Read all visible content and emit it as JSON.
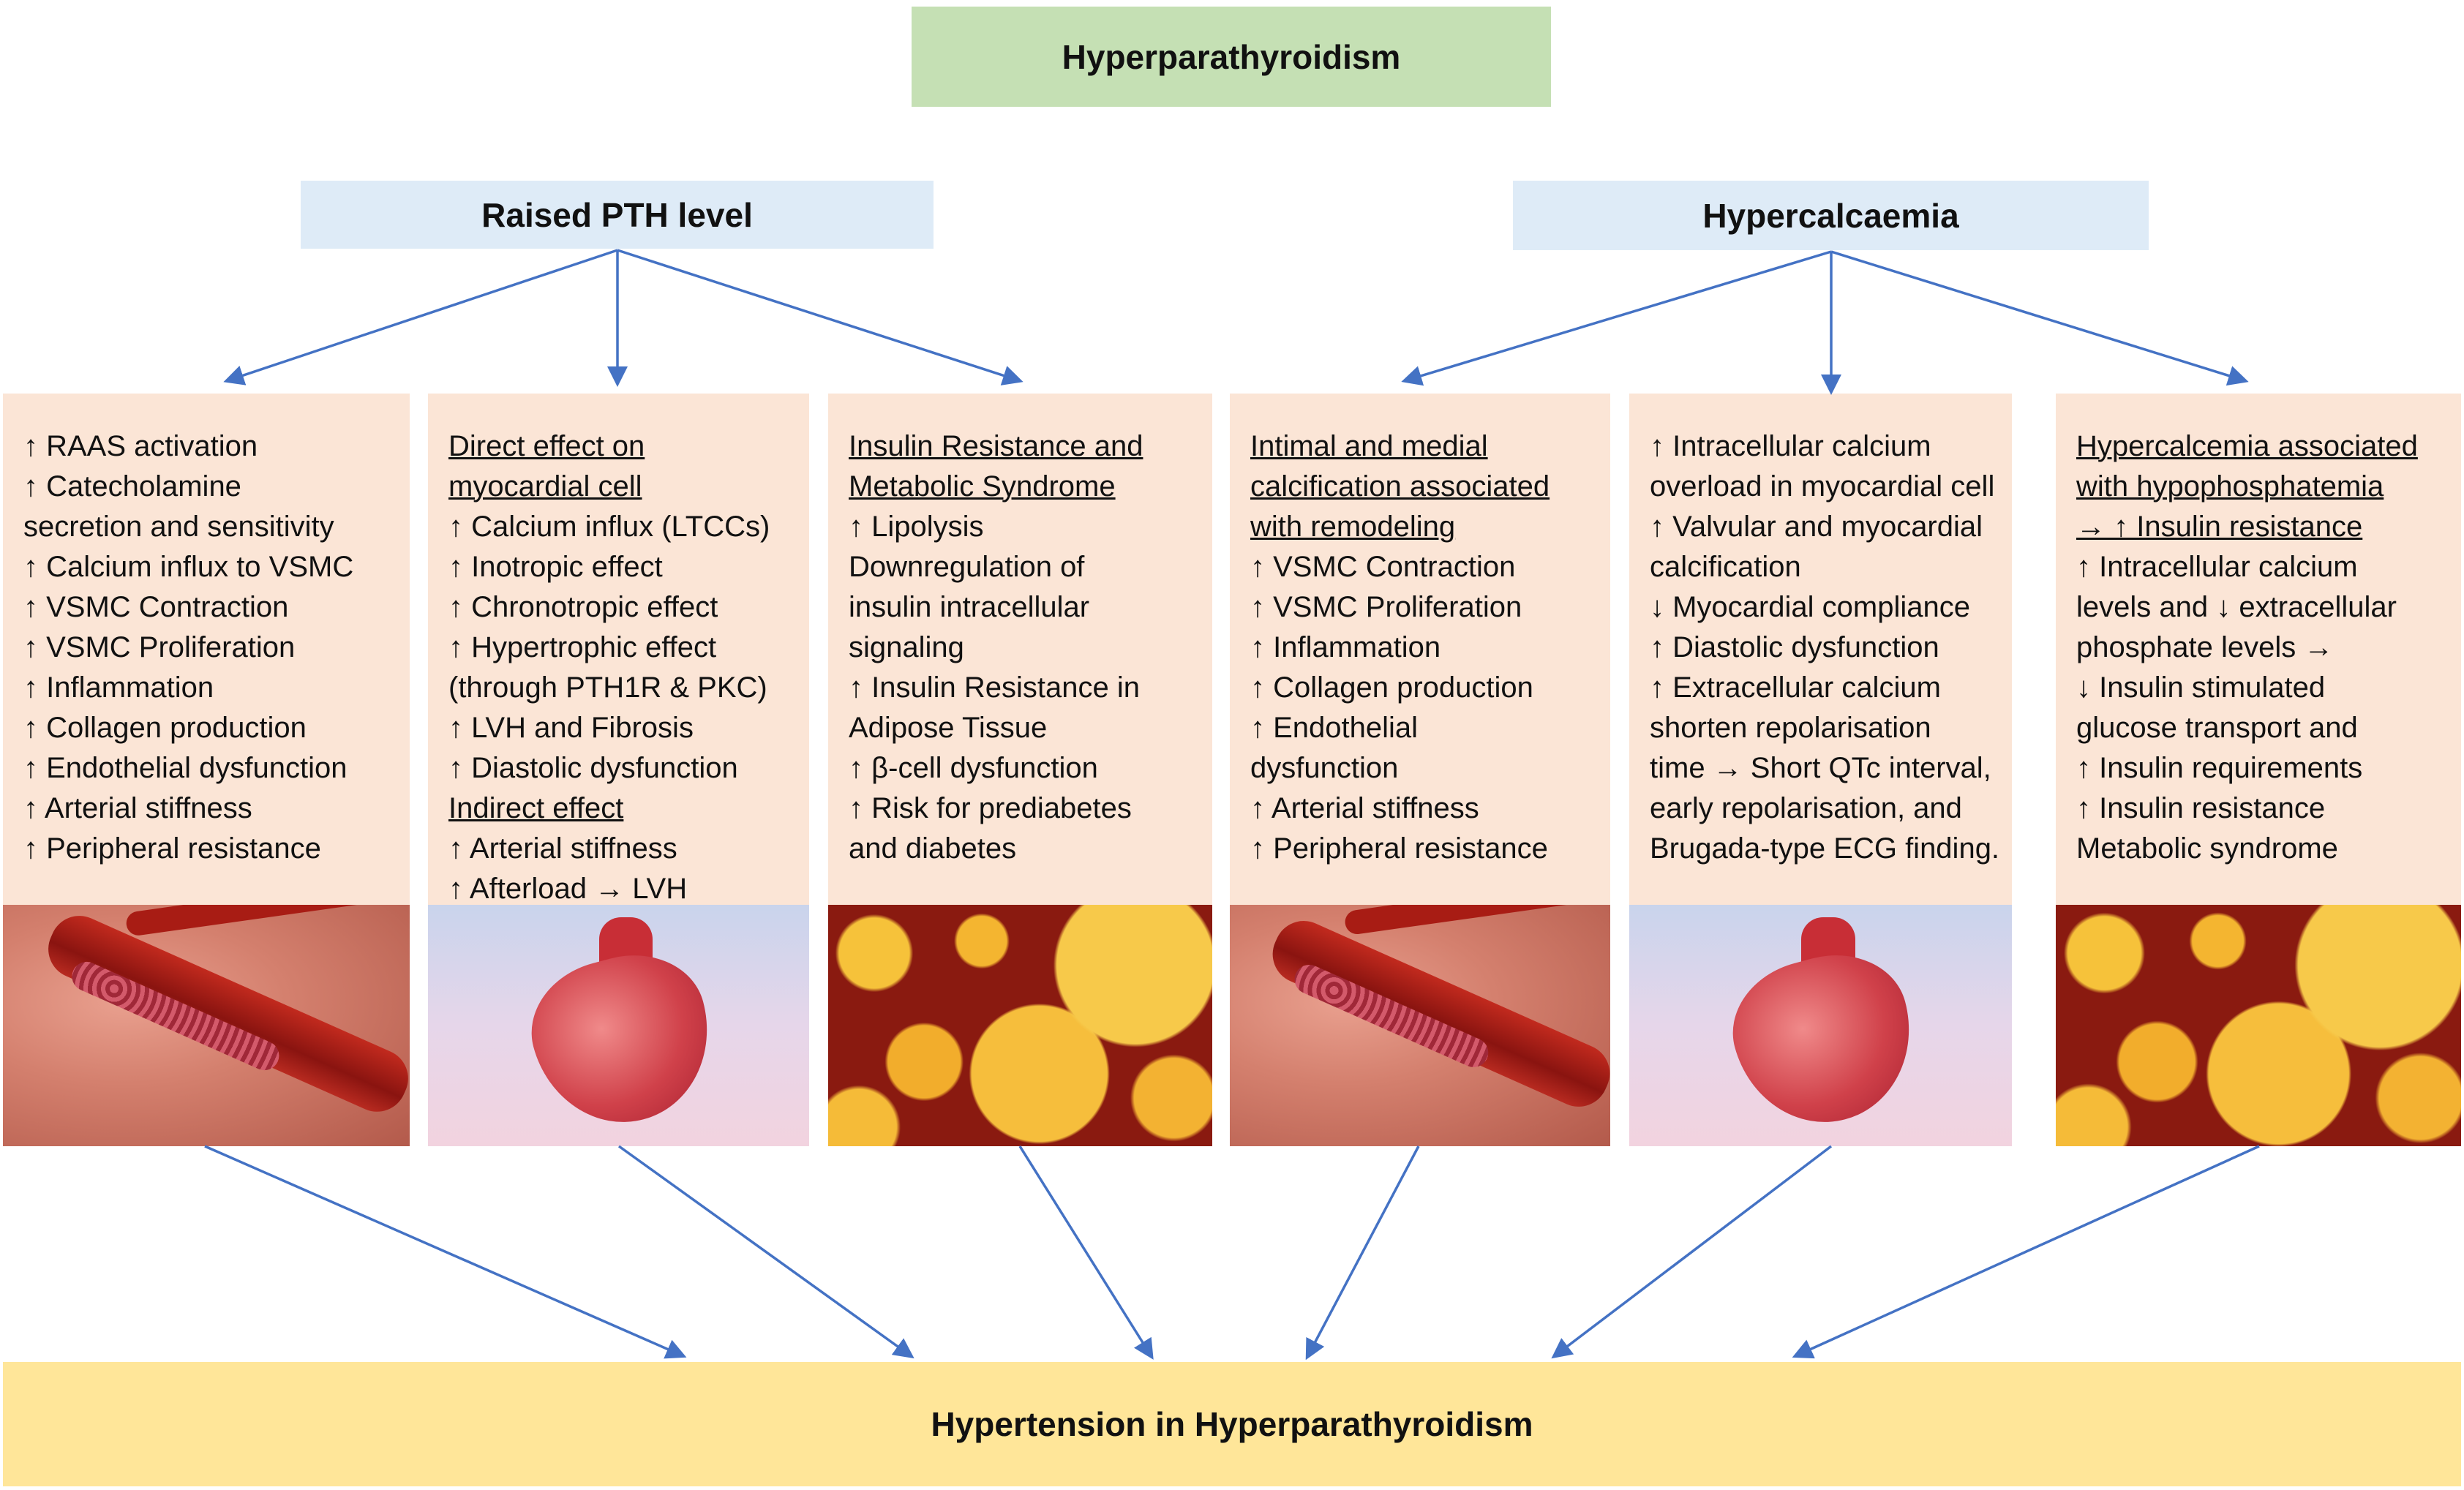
{
  "title": "Hyperparathyroidism",
  "causes": {
    "pth": "Raised PTH level",
    "hyper": "Hypercalcaemia"
  },
  "outcome": "Hypertension in Hyperparathyroidism",
  "panels": [
    {
      "lines": [
        {
          "t": "↑ RAAS activation"
        },
        {
          "t": "↑ Catecholamine"
        },
        {
          "t": "secretion and sensitivity"
        },
        {
          "t": "↑ Calcium influx to VSMC"
        },
        {
          "t": "↑ VSMC Contraction"
        },
        {
          "t": "↑ VSMC Proliferation"
        },
        {
          "t": "↑ Inflammation"
        },
        {
          "t": "↑ Collagen production"
        },
        {
          "t": "↑ Endothelial dysfunction"
        },
        {
          "t": "↑ Arterial stiffness"
        },
        {
          "t": "↑ Peripheral resistance"
        }
      ],
      "image": "blood-vessel-image"
    },
    {
      "lines": [
        {
          "t": "Direct effect on",
          "u": true
        },
        {
          "t": "myocardial cell",
          "u": true
        },
        {
          "t": "↑ Calcium influx (LTCCs)"
        },
        {
          "t": "↑ Inotropic effect"
        },
        {
          "t": "↑ Chronotropic effect"
        },
        {
          "t": "↑ Hypertrophic effect"
        },
        {
          "t": "(through PTH1R & PKC)"
        },
        {
          "t": "↑ LVH and Fibrosis"
        },
        {
          "t": "↑ Diastolic dysfunction"
        },
        {
          "t": "Indirect effect",
          "u": true
        },
        {
          "t": "↑ Arterial stiffness"
        },
        {
          "t": "↑ Afterload → LVH"
        }
      ],
      "image": "heart-image"
    },
    {
      "lines": [
        {
          "t": "Insulin Resistance and",
          "u": true
        },
        {
          "t": "Metabolic Syndrome",
          "u": true
        },
        {
          "t": "↑ Lipolysis"
        },
        {
          "t": "Downregulation of"
        },
        {
          "t": "insulin intracellular"
        },
        {
          "t": "signaling"
        },
        {
          "t": "↑ Insulin Resistance in"
        },
        {
          "t": "Adipose Tissue"
        },
        {
          "t": "↑ β-cell dysfunction"
        },
        {
          "t": "↑ Risk for prediabetes"
        },
        {
          "t": "and diabetes"
        }
      ],
      "image": "fat-cells-image"
    },
    {
      "lines": [
        {
          "t": "Intimal and medial",
          "u": true
        },
        {
          "t": "calcification associated",
          "u": true
        },
        {
          "t": "with remodeling",
          "u": true
        },
        {
          "t": "↑ VSMC Contraction"
        },
        {
          "t": "↑ VSMC Proliferation"
        },
        {
          "t": "↑ Inflammation"
        },
        {
          "t": "↑ Collagen production"
        },
        {
          "t": "↑ Endothelial"
        },
        {
          "t": "dysfunction"
        },
        {
          "t": "↑ Arterial stiffness"
        },
        {
          "t": "↑ Peripheral resistance"
        }
      ],
      "image": "blood-vessel-image"
    },
    {
      "lines": [
        {
          "t": "↑ Intracellular calcium"
        },
        {
          "t": "overload in myocardial cell"
        },
        {
          "t": "↑ Valvular and myocardial"
        },
        {
          "t": "calcification"
        },
        {
          "t": "↓ Myocardial compliance"
        },
        {
          "t": "↑ Diastolic dysfunction"
        },
        {
          "t": "↑ Extracellular calcium"
        },
        {
          "t": "shorten repolarisation"
        },
        {
          "t": "time → Short QTc interval,"
        },
        {
          "t": "early repolarisation, and"
        },
        {
          "t": "Brugada-type ECG finding."
        }
      ],
      "image": "heart-image"
    },
    {
      "lines": [
        {
          "t": "Hypercalcemia associated",
          "u": true
        },
        {
          "t": "with hypophosphatemia",
          "u": true
        },
        {
          "t": "→ ↑ Insulin resistance",
          "u": true
        },
        {
          "t": "↑ Intracellular calcium"
        },
        {
          "t": "levels and ↓ extracellular"
        },
        {
          "t": "phosphate levels →"
        },
        {
          "t": "↓ Insulin stimulated"
        },
        {
          "t": "glucose transport and"
        },
        {
          "t": "↑ Insulin requirements"
        },
        {
          "t": "↑ Insulin resistance"
        },
        {
          "t": "Metabolic syndrome"
        }
      ],
      "image": "fat-cells-image"
    }
  ],
  "colors": {
    "title_bg": "#c5e0b4",
    "cause_bg": "#deebf7",
    "panel_bg": "#fbe5d6",
    "outcome_bg": "#ffe699",
    "arrow": "#4472c4"
  }
}
